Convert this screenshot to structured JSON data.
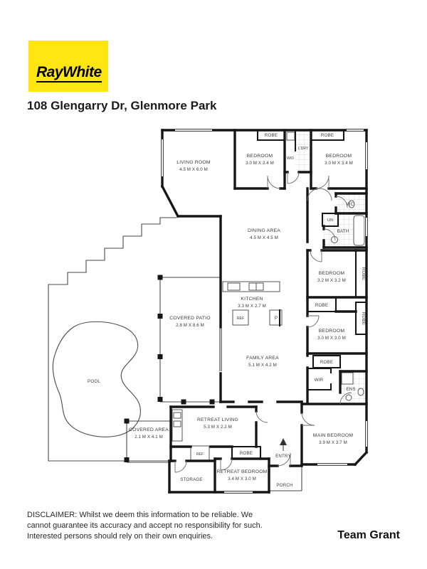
{
  "header": {
    "logo_text": "RayWhite",
    "title": "108 Glengarry Dr, Glenmore Park"
  },
  "floorplan": {
    "rooms": [
      {
        "name": "LIVING ROOM",
        "dims": "4.5 M X 6.0 M"
      },
      {
        "name": "BEDROOM",
        "dims": "3.0 M X 3.4 M"
      },
      {
        "name": "BEDROOM",
        "dims": "3.0 M X 3.4 M"
      },
      {
        "name": "DINING AREA",
        "dims": "4.5 M X 4.5 M"
      },
      {
        "name": "BEDROOM",
        "dims": "3.2 M X 3.2 M"
      },
      {
        "name": "KITCHEN",
        "dims": "3.3 M X 2.7 M"
      },
      {
        "name": "BEDROOM",
        "dims": "3.0 M X 3.0 M"
      },
      {
        "name": "COVERED PATIO",
        "dims": "2.8 M X 8.6 M"
      },
      {
        "name": "FAMILY AREA",
        "dims": "5.1 M X 4.2 M"
      },
      {
        "name": "MAIN BEDROOM",
        "dims": "3.9 M X 3.7 M"
      },
      {
        "name": "RETREAT LIVING",
        "dims": "5.3 M X 2.2 M"
      },
      {
        "name": "COVERED AREA",
        "dims": "2.1 M X 4.1 M"
      },
      {
        "name": "RETREAT BEDROOM",
        "dims": "3.4 M X 3.0 M"
      }
    ],
    "labels": {
      "robe": "ROBE",
      "wd": "W/D",
      "ldry": "L'DRY",
      "wc": "WC",
      "lin": "LIN",
      "bath": "BATH",
      "ref": "REF",
      "pantry": "P",
      "wir": "WIR",
      "ens": "ENS",
      "pool": "POOL",
      "storage": "STORAGE",
      "entry": "ENTRY",
      "porch": "PORCH"
    }
  },
  "footer": {
    "disclaimer": [
      "DISCLAIMER: Whilst we deem this information to be reliable. We",
      "cannot guarantee its accuracy and accept no responsibility for such.",
      "Interested persons should rely on their own enquiries."
    ],
    "team": "Team Grant"
  },
  "colors": {
    "brand_yellow": "#FFE512",
    "wall": "#161616"
  }
}
